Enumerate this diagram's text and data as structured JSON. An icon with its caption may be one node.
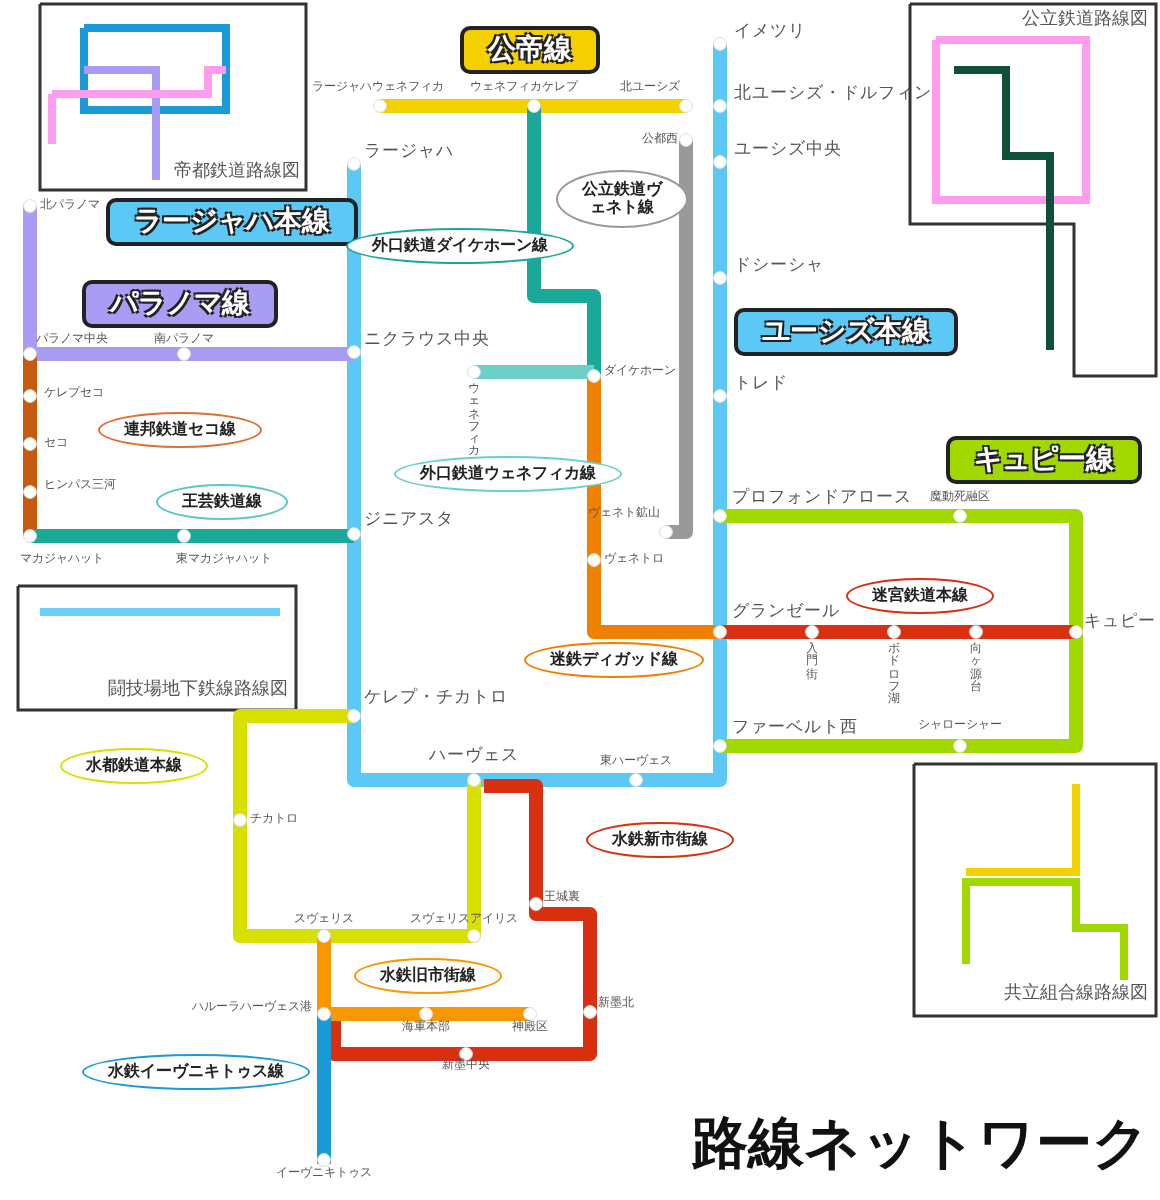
{
  "diagram": {
    "title": "路線ネットワーク",
    "labels": [
      "公帝線",
      "イメツリ",
      "ラージャハウェネフィカ",
      "ウェネフィカケレプ",
      "北ユーシズ",
      "北ユーシズ・ドルフィン",
      "帝都鉄道路線図",
      "公立鉄道路線図",
      "ラージャハ",
      "公都西",
      "ユーシズ中央",
      "公立鉄道ヴェネト線",
      "北パラノマ",
      "ラージャハ本線",
      "外口鉄道ダイケホーン線",
      "ドシーシャ",
      "パラノマ線",
      "ユーシズ本線",
      "パラノマ中央",
      "南パラノマ",
      "ニクラウス中央",
      "ダイケホーン",
      "トレド",
      "ウェネフィカ",
      "ケレプセコ",
      "連邦鉄道セコ線",
      "セコ",
      "キュピー線",
      "外口鉄道ウェネフィカ線",
      "ヒンパス三河",
      "王芸鉄道線",
      "魔動死融区",
      "プロフォンドアロース",
      "ジニアスタ",
      "ヴェネト鉱山",
      "マカジャハット",
      "東マカジャハット",
      "ヴェネトロ",
      "迷宮鉄道本線",
      "グランゼール",
      "キュピー",
      "迷鉄ディガッド線",
      "入門街",
      "ボドロフ湖",
      "向ヶ源台",
      "闘技場地下鉄線路線図",
      "ケレプ・チカトロ",
      "ファーベルト西",
      "シャローシャー",
      "水都鉄道本線",
      "ハーヴェス",
      "東ハーヴェス",
      "チカトロ",
      "水鉄新市街線",
      "王城裏",
      "スヴェリス",
      "スヴェリスアイリス",
      "水鉄旧市街線",
      "ハルーラハーヴェス港",
      "新墨北",
      "海軍本部",
      "神殿区",
      "共立組合線路線図",
      "新墨中央",
      "水鉄イーヴニキトゥス線",
      "イーヴニキトゥス"
    ]
  }
}
